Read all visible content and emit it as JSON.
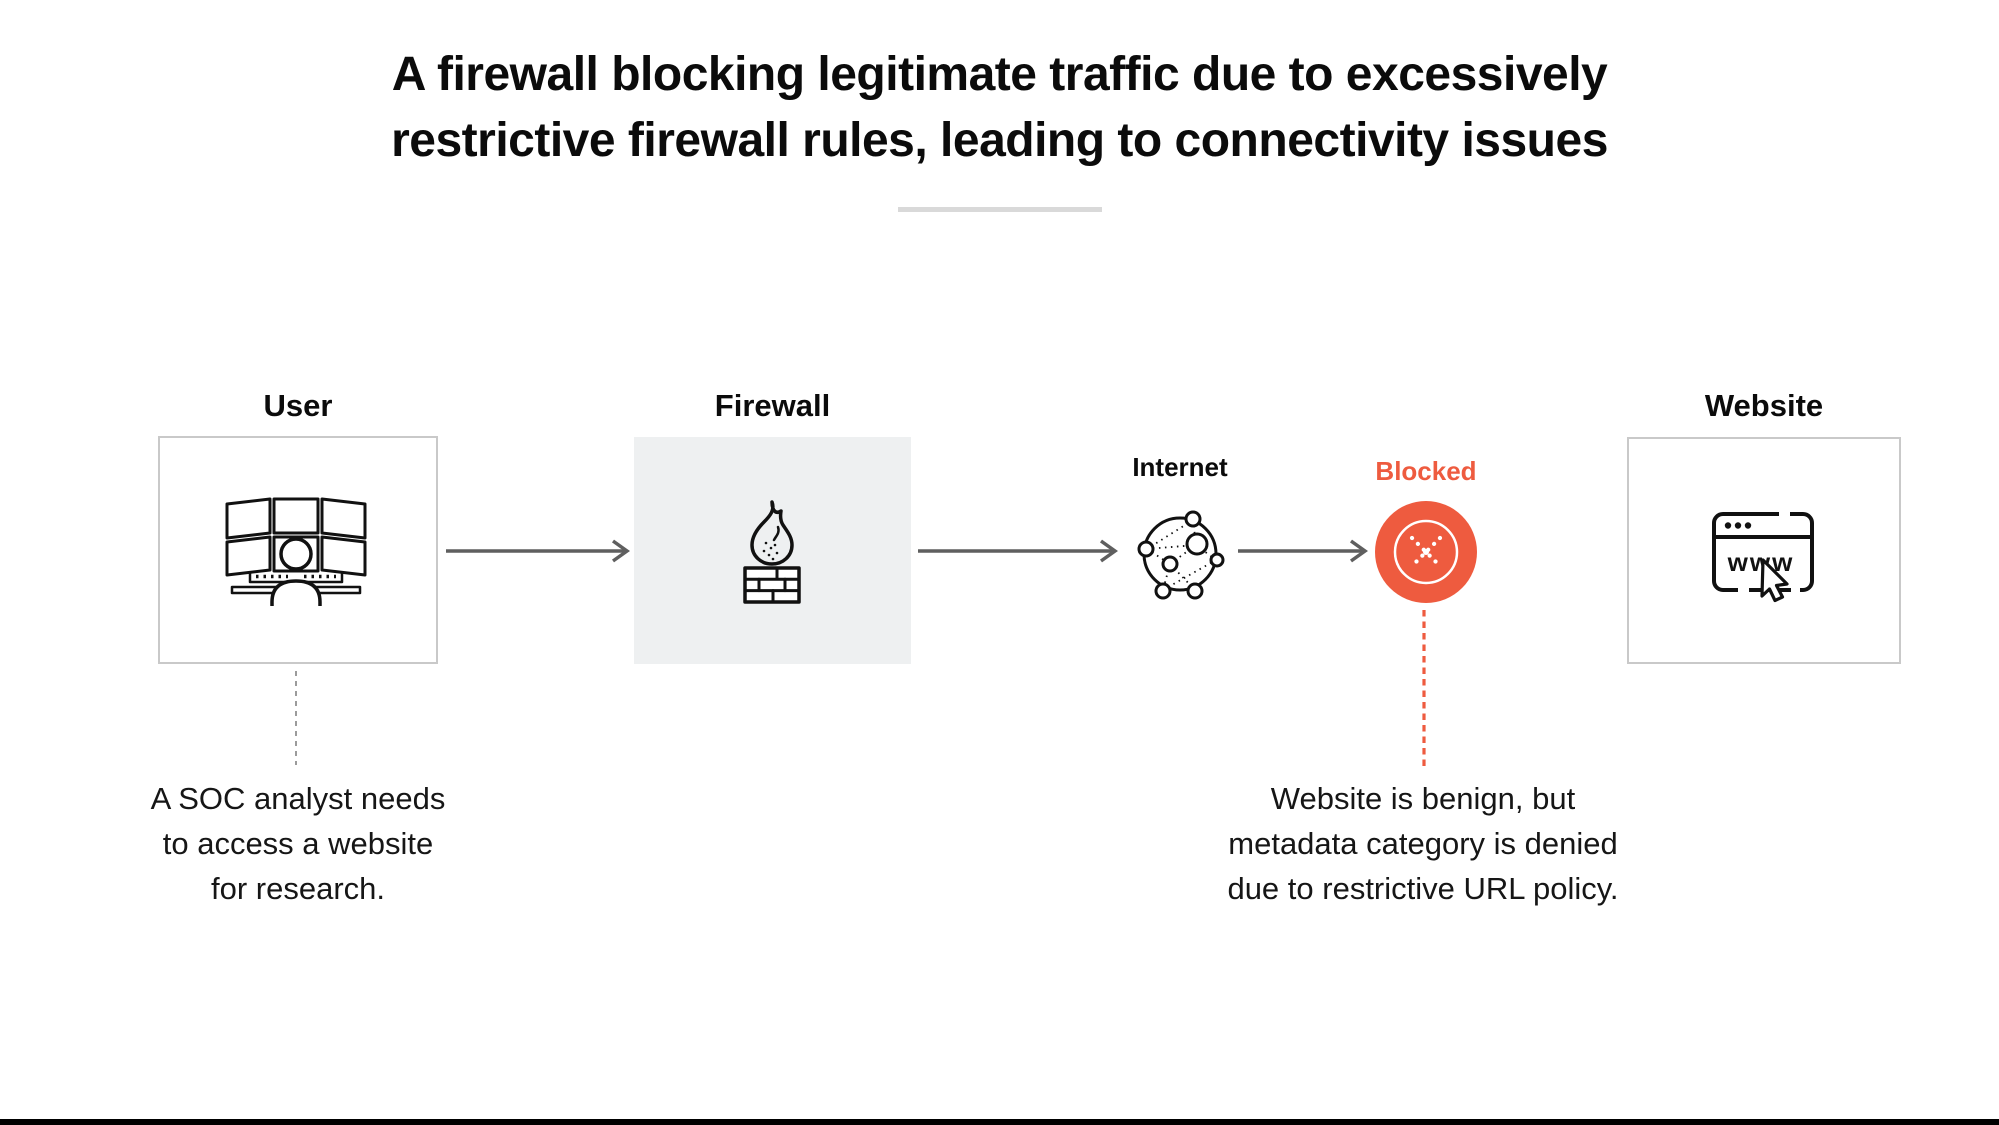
{
  "title": "A firewall blocking legitimate traffic due to excessively\nrestrictive firewall rules, leading to connectivity issues",
  "flow": {
    "user": {
      "label": "User",
      "icon": "workstation-icon"
    },
    "firewall": {
      "label": "Firewall",
      "icon": "flame-brick-wall-icon"
    },
    "internet": {
      "label": "Internet",
      "icon": "network-globe-icon"
    },
    "blocked": {
      "label": "Blocked",
      "icon": "blocked-x-circle-icon"
    },
    "website": {
      "label": "Website",
      "icon": "browser-window-icon",
      "browser_text": "www"
    }
  },
  "captions": {
    "user_note": "A SOC analyst needs\nto access a website\nfor research.",
    "blocked_note": "Website is benign, but\nmetadata category is denied\ndue to restrictive URL policy."
  },
  "colors": {
    "accent_orange": "#EE5B3F",
    "arrow_gray": "#5F5F5F",
    "box_border_gray": "#C9C9C9",
    "firewall_box_fill": "#EEF0F1",
    "divider_gray": "#D9D9D9",
    "text_black": "#111111",
    "dashed_gray": "#9B9B9B",
    "bottom_bar_black": "#000000"
  }
}
